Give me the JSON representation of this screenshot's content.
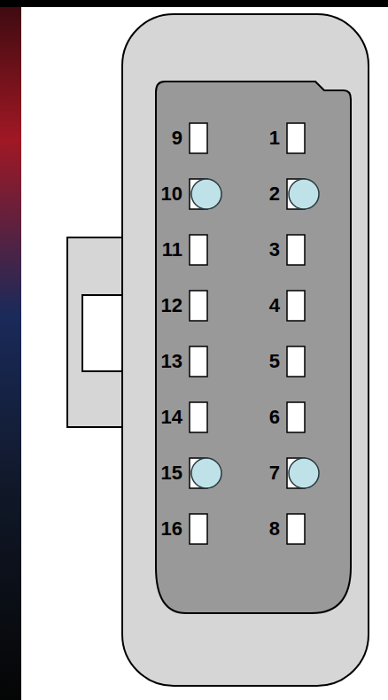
{
  "diagram": {
    "labels": [
      "9",
      "1",
      "10",
      "2",
      "11",
      "3",
      "12",
      "4",
      "13",
      "5",
      "14",
      "6",
      "15",
      "7",
      "16",
      "8"
    ]
  }
}
